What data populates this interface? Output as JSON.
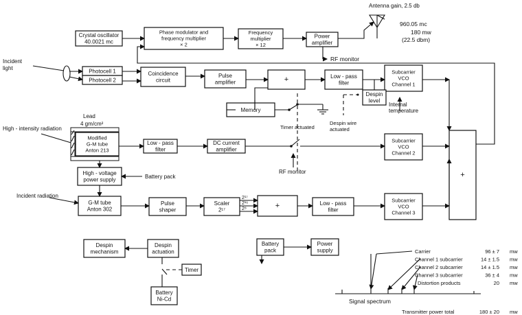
{
  "blocks": {
    "crystal_oscillator": [
      "Crystal oscillator",
      "40.0021 mc"
    ],
    "phase_modulator": [
      "Phase modulator and",
      "frequency multiplier",
      "× 2"
    ],
    "frequency_multiplier": [
      "Frequency",
      "multiplier",
      "× 12"
    ],
    "power_amplifier": [
      "Power",
      "amplifier"
    ],
    "photocell_1": "Photocell 1",
    "photocell_2": "Photocell 2",
    "coincidence_circuit": [
      "Coincidence",
      "circuit"
    ],
    "pulse_amplifier": [
      "Pulse",
      "amplifier"
    ],
    "adder_1": "+",
    "low_pass_filter_1": [
      "Low - pass",
      "filter"
    ],
    "subcarrier_vco_1": [
      "Subcarrier",
      "VCO",
      "Channel 1"
    ],
    "despin_level": [
      "Despin",
      "level"
    ],
    "memory": "Memory",
    "modified_gm_tube": [
      "Modified",
      "G-M tube",
      "Anton 213"
    ],
    "low_pass_filter_2": [
      "Low - pass",
      "filter"
    ],
    "dc_current_amplifier": [
      "DC current",
      "amplifier"
    ],
    "subcarrier_vco_2": [
      "Subcarrier",
      "VCO",
      "Channel 2"
    ],
    "high_voltage_supply": [
      "High - voltage",
      "power supply"
    ],
    "gm_tube_302": [
      "G-M tube",
      "Anton 302"
    ],
    "pulse_shaper": [
      "Pulse",
      "shaper"
    ],
    "scaler": [
      "Scaler",
      "2¹⁷"
    ],
    "adder_3": "+",
    "low_pass_filter_3": [
      "Low - pass",
      "filter"
    ],
    "subcarrier_vco_3": [
      "Subcarrier",
      "VCO",
      "Channel 3"
    ],
    "main_adder": "+",
    "despin_mechanism": [
      "Despin",
      "mechanism"
    ],
    "despin_actuation": [
      "Despin",
      "actuation"
    ],
    "timer": "Timer",
    "battery_nicd": [
      "Battery",
      "Ni-Cd"
    ],
    "battery_pack_bottom": [
      "Battery",
      "pack"
    ],
    "power_supply": [
      "Power",
      "supply"
    ]
  },
  "labels": {
    "antenna_gain": "Antenna gain, 2.5 db",
    "output_freq": "960.05 mc",
    "output_power": "180 mw",
    "output_dbm": "(22.5 dbm)",
    "rf_monitor_top": "RF monitor",
    "incident_light": [
      "Incident",
      "light"
    ],
    "internal_temperature": [
      "Internal",
      "temperature"
    ],
    "timer_actuated": "Timer actuated",
    "despin_wire": [
      "Despin wire",
      "actuated"
    ],
    "lead": "Lead",
    "lead_density": "4 gm/cm²",
    "high_intensity": "High - intensity radiation",
    "rf_monitor_mid": "RF monitor",
    "battery_pack_mid": "Battery pack",
    "incident_radiation": "Incident radiation",
    "scaler_taps": [
      "2¹⁷",
      "2¹⁶",
      "2⁸"
    ],
    "signal_spectrum": "Signal spectrum"
  },
  "spectrum_table": [
    {
      "name": "Carrier",
      "value": "96 ± 7",
      "unit": "mw"
    },
    {
      "name": "Channel 1 subcarrier",
      "value": "14 ± 1.5",
      "unit": "mw"
    },
    {
      "name": "Channel 2 subcarrier",
      "value": "14 ± 1.5",
      "unit": "mw"
    },
    {
      "name": "Channel 3 subcarrier",
      "value": "36 ± 4",
      "unit": "mw"
    },
    {
      "name": "Distortion products",
      "value": "20",
      "unit": "mw"
    }
  ],
  "total_power": {
    "name": "Transmitter power total",
    "value": "180 ± 20",
    "unit": "mw"
  }
}
